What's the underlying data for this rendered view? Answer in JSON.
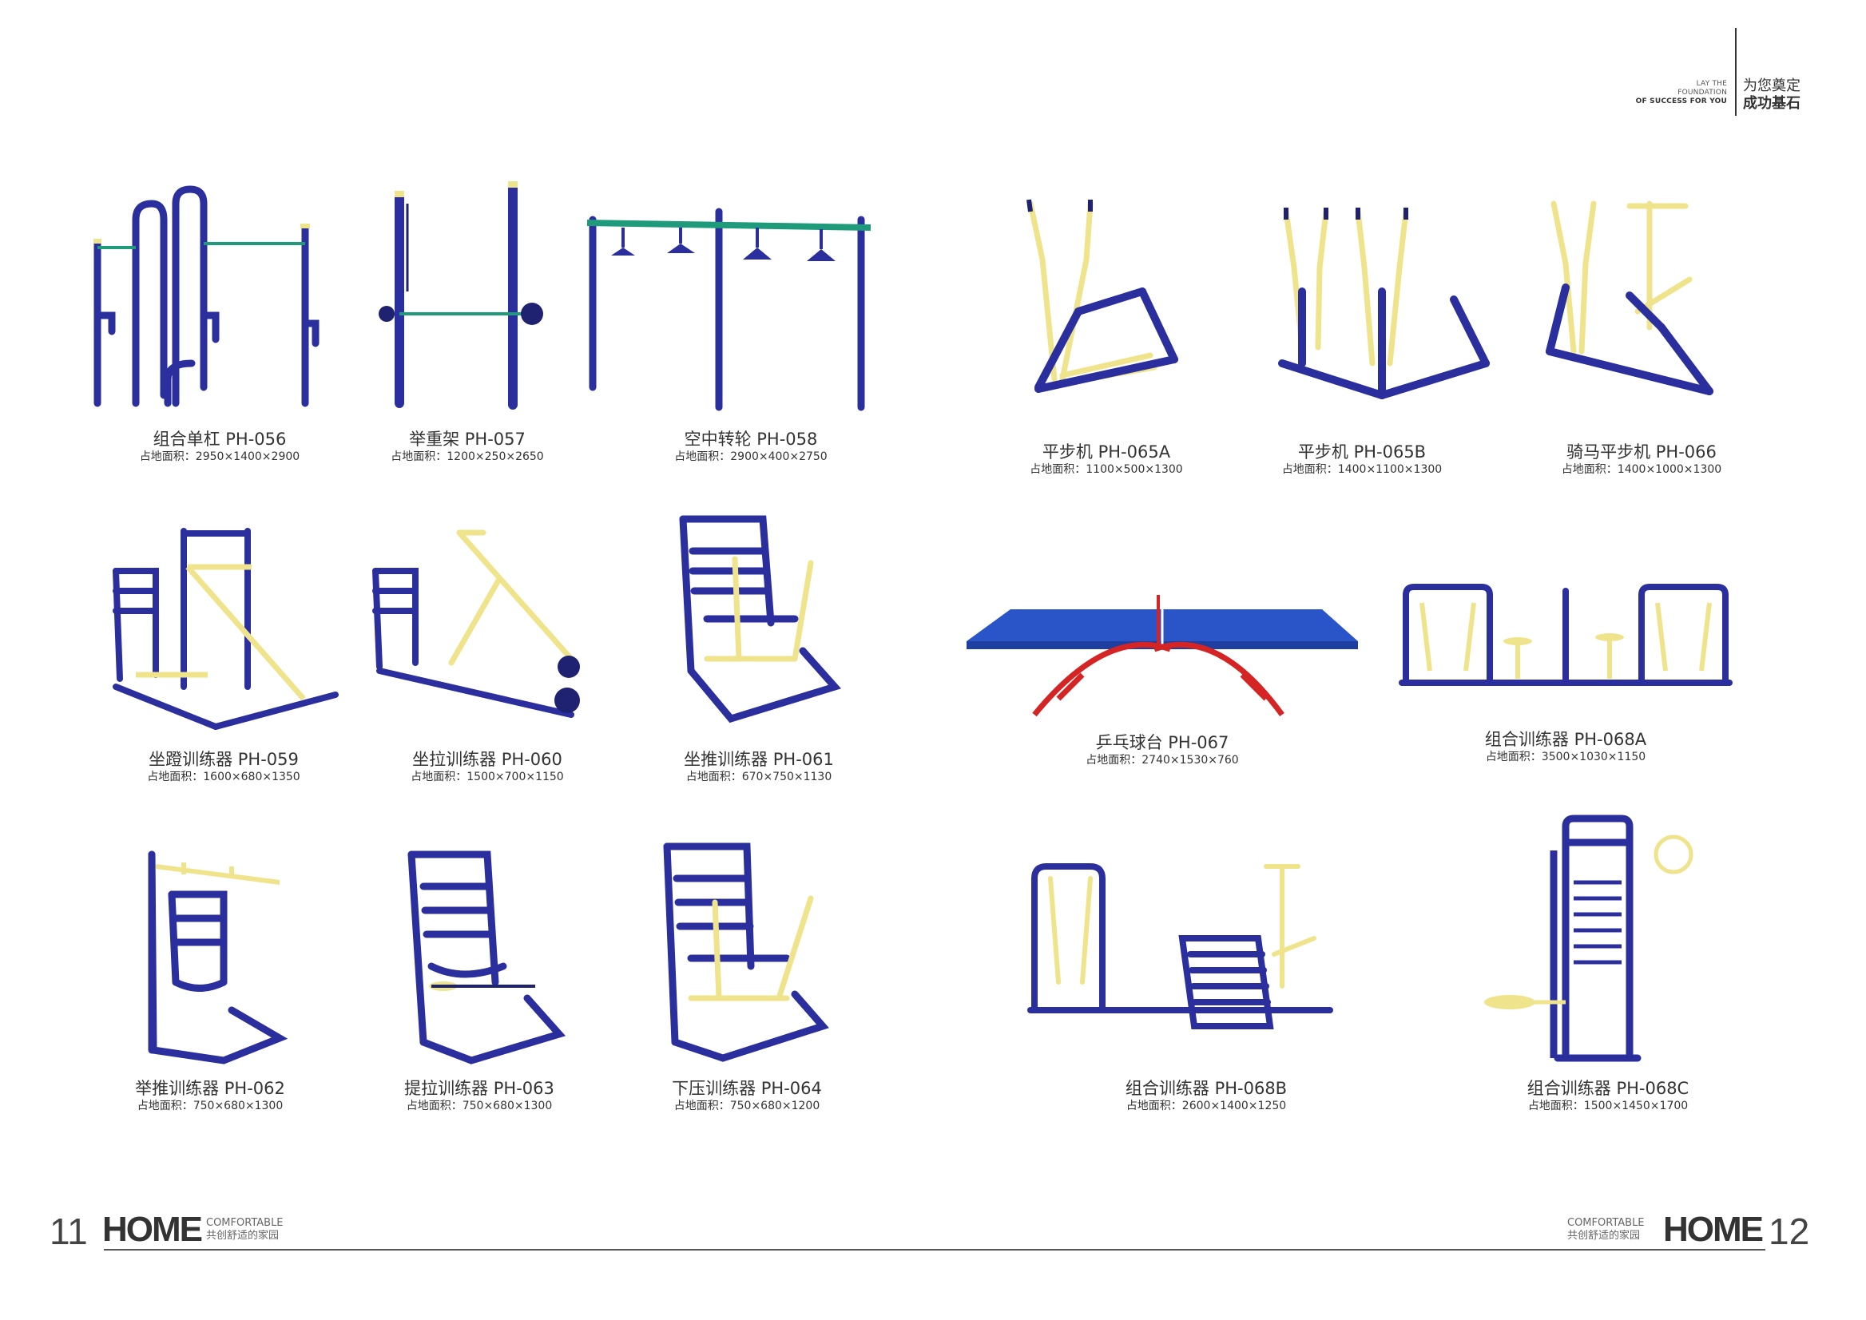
{
  "brand": {
    "en_line1": "LAY THE",
    "en_line2": "FOUNDATION",
    "en_line3": "OF SUCCESS FOR YOU",
    "cn_line1": "为您奠定",
    "cn_line2": "成功基石"
  },
  "products": [
    {
      "name": "组合单杠 PH-056",
      "area": "占地面积：2950×1400×2900"
    },
    {
      "name": "举重架 PH-057",
      "area": "占地面积：1200×250×2650"
    },
    {
      "name": "空中转轮 PH-058",
      "area": "占地面积：2900×400×2750"
    },
    {
      "name": "平步机 PH-065A",
      "area": "占地面积：1100×500×1300"
    },
    {
      "name": "平步机 PH-065B",
      "area": "占地面积：1400×1100×1300"
    },
    {
      "name": "骑马平步机 PH-066",
      "area": "占地面积：1400×1000×1300"
    },
    {
      "name": "坐蹬训练器 PH-059",
      "area": "占地面积：1600×680×1350"
    },
    {
      "name": "坐拉训练器 PH-060",
      "area": "占地面积：1500×700×1150"
    },
    {
      "name": "坐推训练器 PH-061",
      "area": "占地面积：670×750×1130"
    },
    {
      "name": "乒乓球台 PH-067",
      "area": "占地面积：2740×1530×760"
    },
    {
      "name": "组合训练器 PH-068A",
      "area": "占地面积：3500×1030×1150"
    },
    {
      "name": "举推训练器 PH-062",
      "area": "占地面积：750×680×1300"
    },
    {
      "name": "提拉训练器 PH-063",
      "area": "占地面积：750×680×1300"
    },
    {
      "name": "下压训练器 PH-064",
      "area": "占地面积：750×680×1200"
    },
    {
      "name": "组合训练器 PH-068B",
      "area": "占地面积：2600×1400×1250"
    },
    {
      "name": "组合训练器 PH-068C",
      "area": "占地面积：1500×1450×1700"
    }
  ],
  "footer": {
    "left_page": "11",
    "right_page": "12",
    "home": "HOME",
    "sub_en": "COMFORTABLE",
    "sub_cn": "共创舒适的家园"
  },
  "colors": {
    "frame": "#2b2f9e",
    "accent": "#efe48c",
    "table": "#2a55c9",
    "legs": "#d42424",
    "rail": "#1f9a7a"
  }
}
